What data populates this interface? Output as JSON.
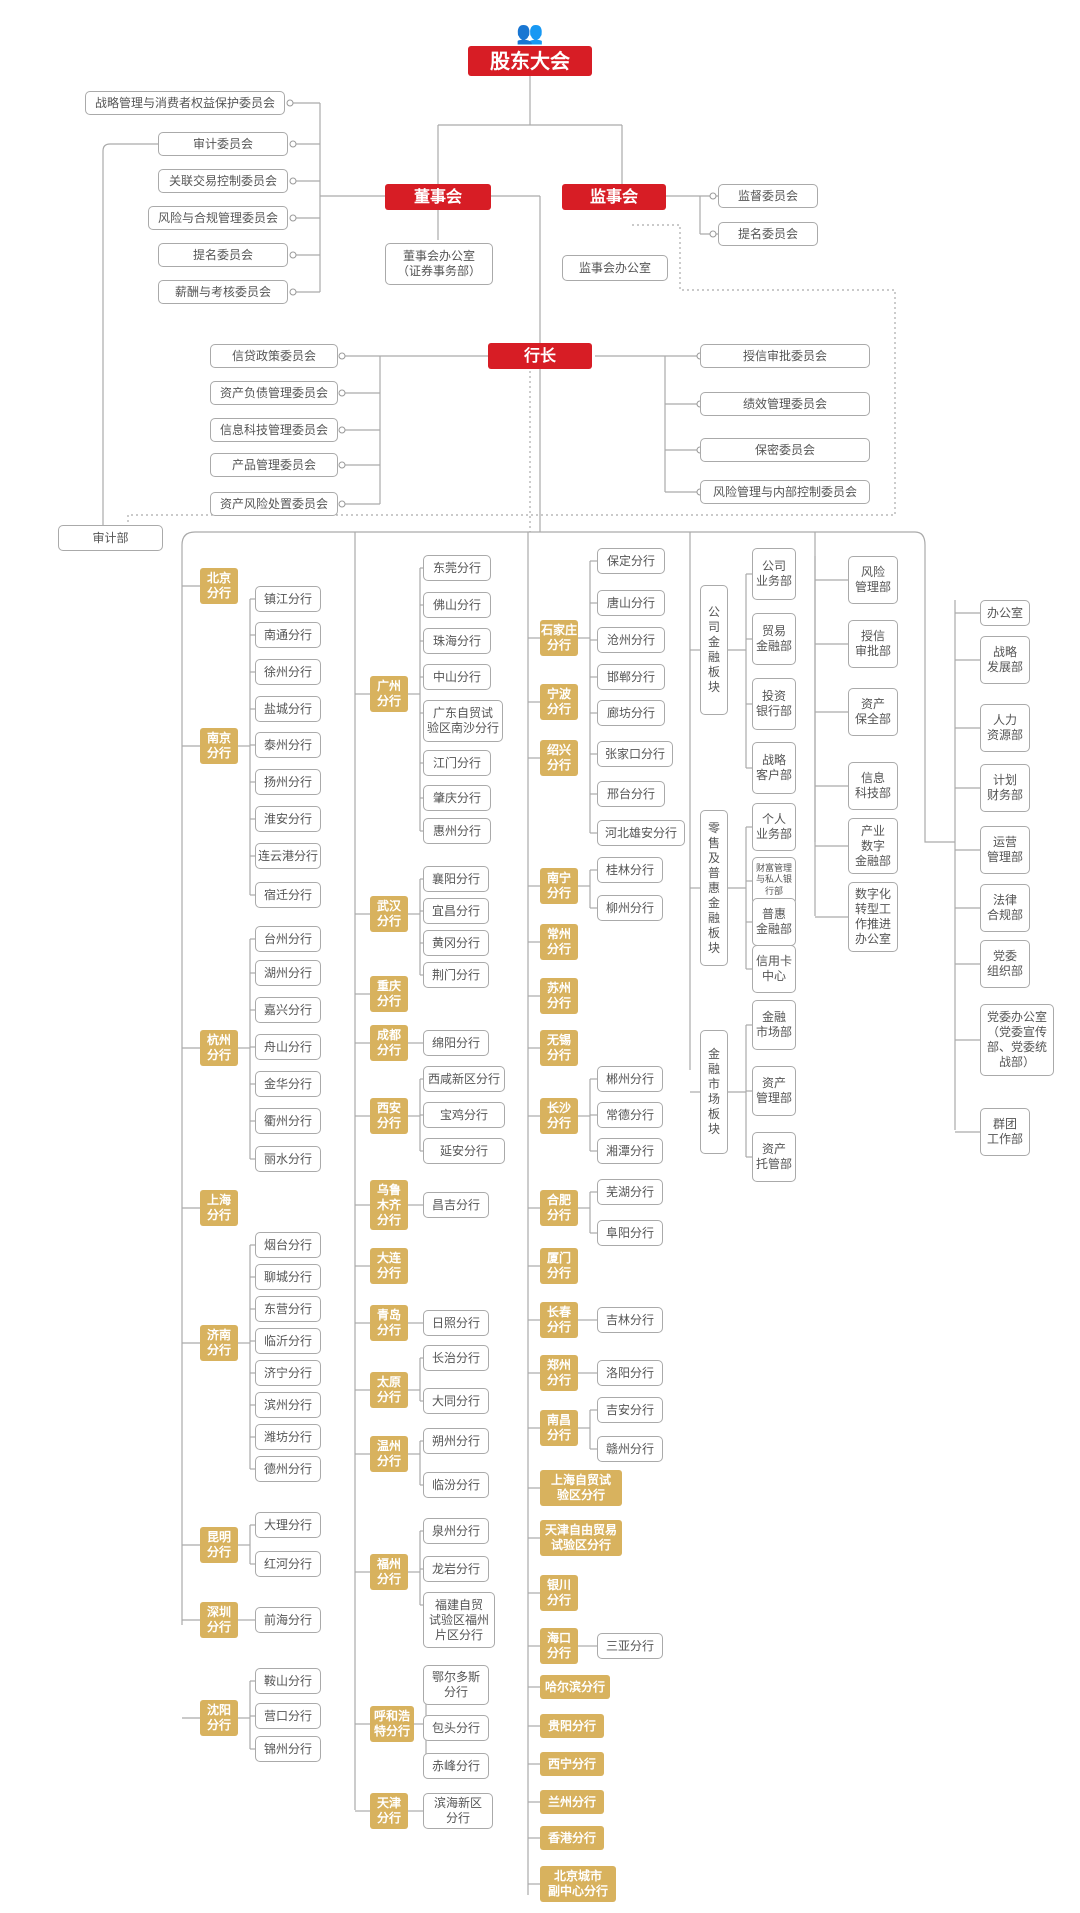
{
  "colors": {
    "red": "#d71d25",
    "gold": "#d8b25e",
    "line": "#aaaaaa",
    "text": "#555555"
  },
  "icons": {
    "top": "people-group-icon"
  },
  "top": {
    "shareholders": "股东大会",
    "board": "董事会",
    "supervisors": "监事会",
    "board_office": "董事会办公室\n（证券事务部）",
    "supervisor_office": "监事会办公室",
    "president": "行长",
    "audit": "审计部"
  },
  "board_committees": [
    "战略管理与消费者权益保护委员会",
    "审计委员会",
    "关联交易控制委员会",
    "风险与合规管理委员会",
    "提名委员会",
    "薪酬与考核委员会"
  ],
  "supervisor_committees": [
    "监督委员会",
    "提名委员会"
  ],
  "president_left": [
    "信贷政策委员会",
    "资产负债管理委员会",
    "信息科技管理委员会",
    "产品管理委员会",
    "资产风险处置委员会"
  ],
  "president_right": [
    "授信审批委员会",
    "绩效管理委员会",
    "保密委员会",
    "风险管理与内部控制委员会"
  ],
  "col1": {
    "beijing": "北京\n分行",
    "nanjing": "南京\n分行",
    "nanjing_subs": [
      "镇江分行",
      "南通分行",
      "徐州分行",
      "盐城分行",
      "泰州分行",
      "扬州分行",
      "淮安分行",
      "连云港分行",
      "宿迁分行"
    ],
    "hangzhou": "杭州\n分行",
    "hangzhou_subs": [
      "台州分行",
      "湖州分行",
      "嘉兴分行",
      "舟山分行",
      "金华分行",
      "衢州分行",
      "丽水分行"
    ],
    "shanghai": "上海\n分行",
    "jinan": "济南\n分行",
    "jinan_subs": [
      "烟台分行",
      "聊城分行",
      "东营分行",
      "临沂分行",
      "济宁分行",
      "滨州分行",
      "潍坊分行",
      "德州分行"
    ],
    "kunming": "昆明\n分行",
    "kunming_subs": [
      "大理分行",
      "红河分行"
    ],
    "shenzhen": "深圳\n分行",
    "shenzhen_subs": [
      "前海分行"
    ],
    "shenyang": "沈阳\n分行",
    "shenyang_subs": [
      "鞍山分行",
      "营口分行",
      "锦州分行"
    ]
  },
  "col2": {
    "guangzhou": "广州\n分行",
    "guangzhou_subs": [
      "东莞分行",
      "佛山分行",
      "珠海分行",
      "中山分行",
      "广东自贸试\n验区南沙分行",
      "江门分行",
      "肇庆分行",
      "惠州分行"
    ],
    "wuhan": "武汉\n分行",
    "wuhan_subs": [
      "襄阳分行",
      "宜昌分行",
      "黄冈分行",
      "荆门分行"
    ],
    "chongqing": "重庆\n分行",
    "chengdu": "成都\n分行",
    "chengdu_subs": [
      "绵阳分行"
    ],
    "xian": "西安\n分行",
    "xian_subs": [
      "西咸新区分行",
      "宝鸡分行",
      "延安分行"
    ],
    "urumqi": "乌鲁\n木齐\n分行",
    "urumqi_subs": [
      "昌吉分行"
    ],
    "dalian": "大连\n分行",
    "qingdao": "青岛\n分行",
    "qingdao_subs": [
      "日照分行"
    ],
    "taiyuan": "太原\n分行",
    "taiyuan_subs": [
      "长治分行",
      "大同分行"
    ],
    "wenzhou": "温州\n分行",
    "wenzhou_subs": [
      "朔州分行",
      "临汾分行"
    ],
    "fuzhou": "福州\n分行",
    "fuzhou_subs": [
      "泉州分行",
      "龙岩分行",
      "福建自贸\n试验区福州\n片区分行"
    ],
    "hohhot": "呼和浩\n特分行",
    "hohhot_subs": [
      "鄂尔多斯\n分行",
      "包头分行",
      "赤峰分行"
    ],
    "tianjin": "天津\n分行",
    "tianjin_subs": [
      "滨海新区\n分行"
    ]
  },
  "col3": {
    "shijiazhuang": "石家庄\n分行",
    "shijiazhuang_subs": [
      "保定分行",
      "唐山分行",
      "沧州分行",
      "邯郸分行",
      "廊坊分行",
      "张家口分行",
      "邢台分行",
      "河北雄安分行"
    ],
    "ningbo": "宁波\n分行",
    "shaoxing": "绍兴\n分行",
    "nanning": "南宁\n分行",
    "nanning_subs": [
      "桂林分行",
      "柳州分行"
    ],
    "changzhou": "常州\n分行",
    "suzhou": "苏州\n分行",
    "wuxi": "无锡\n分行",
    "changsha": "长沙\n分行",
    "changsha_subs": [
      "郴州分行",
      "常德分行",
      "湘潭分行"
    ],
    "hefei": "合肥\n分行",
    "hefei_subs": [
      "芜湖分行",
      "阜阳分行"
    ],
    "xiamen": "厦门\n分行",
    "changchun": "长春\n分行",
    "changchun_subs": [
      "吉林分行"
    ],
    "zhengzhou": "郑州\n分行",
    "zhengzhou_subs": [
      "洛阳分行"
    ],
    "nanchang": "南昌\n分行",
    "nanchang_subs": [
      "吉安分行",
      "赣州分行"
    ],
    "shftz": "上海自贸试\n验区分行",
    "tjftz": "天津自由贸易\n试验区分行",
    "yinchuan": "银川\n分行",
    "haikou": "海口\n分行",
    "haikou_subs": [
      "三亚分行"
    ],
    "harbin": "哈尔滨分行",
    "guiyang": "贵阳分行",
    "xining": "西宁分行",
    "lanzhou": "兰州分行",
    "hongkong": "香港分行",
    "bjsub": "北京城市\n副中心分行"
  },
  "col4": {
    "corp_segment": "公\n司\n金\n融\n板\n块",
    "corp_depts": [
      "公司\n业务部",
      "贸易\n金融部",
      "投资\n银行部",
      "战略\n客户部"
    ],
    "retail_segment": "零\n售\n及\n普\n惠\n金\n融\n板\n块",
    "retail_depts": [
      "个人\n业务部",
      "财富管理\n与私人银\n行部",
      "普惠\n金融部",
      "信用卡\n中心"
    ],
    "market_segment": "金\n融\n市\n场\n板\n块",
    "market_depts": [
      "金融\n市场部",
      "资产\n管理部",
      "资产\n托管部"
    ]
  },
  "col5": {
    "risk": [
      "风险\n管理部",
      "授信\n审批部",
      "资产\n保全部"
    ],
    "tech": [
      "信息\n科技部",
      "产业\n数字\n金融部",
      "数字化\n转型工\n作推进\n办公室"
    ]
  },
  "col6": [
    "办公室",
    "战略\n发展部",
    "人力\n资源部",
    "计划\n财务部",
    "运营\n管理部",
    "法律\n合规部",
    "党委\n组织部",
    "党委办公室\n（党委宣传\n部、党委统\n战部）",
    "群团\n工作部"
  ]
}
